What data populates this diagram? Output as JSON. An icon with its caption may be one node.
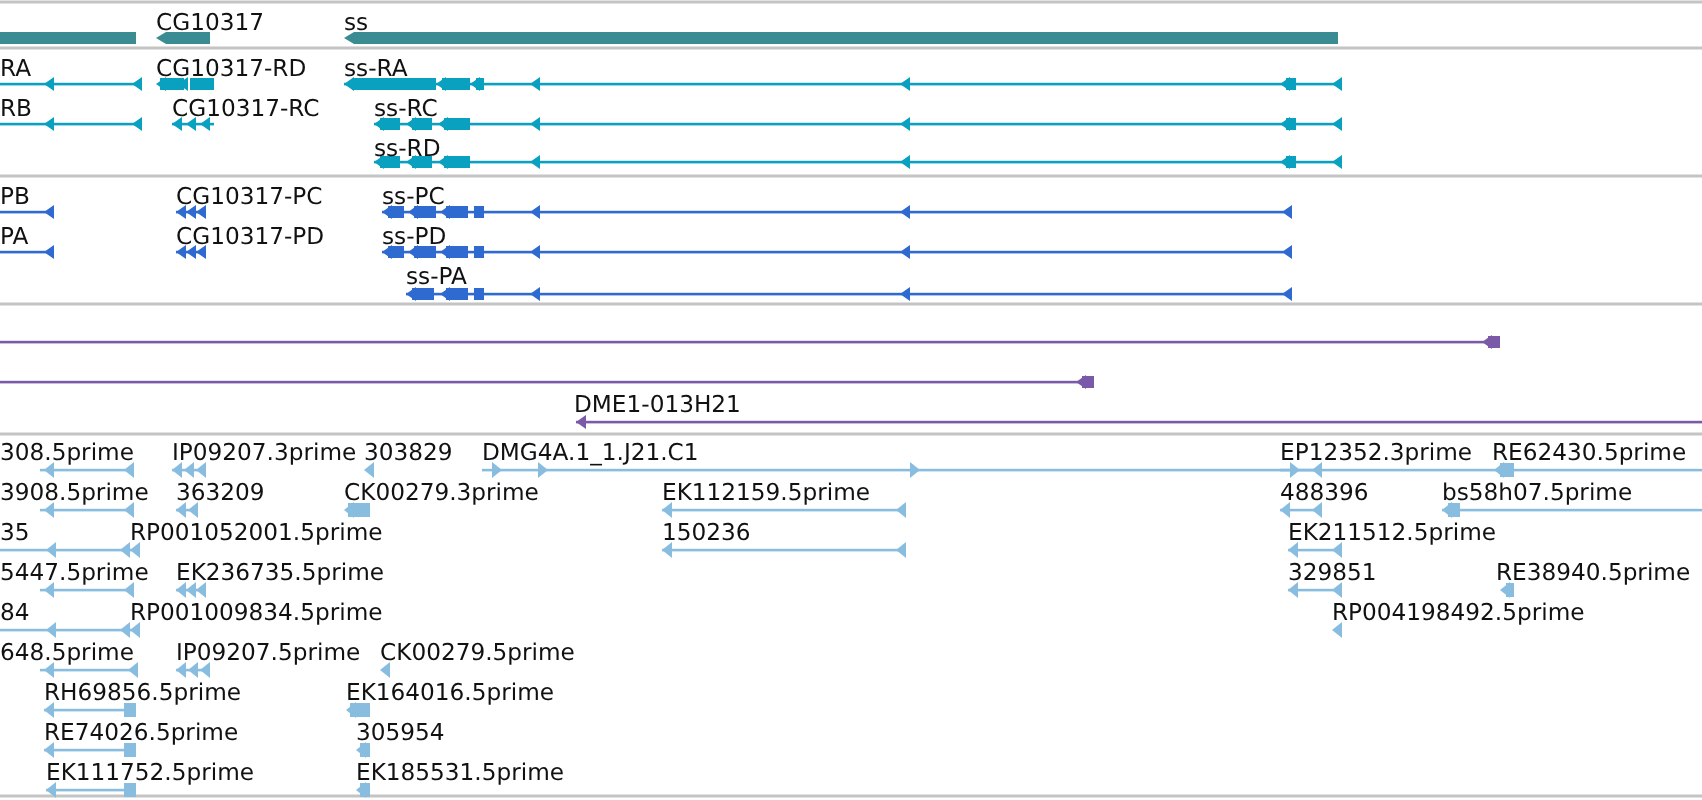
{
  "diagram": {
    "labels": [
      "CG10317",
      "ss",
      "RA",
      "CG10317-RD",
      "ss-RA",
      "RB",
      "CG10317-RC",
      "ss-RC",
      "ss-RD",
      "PB",
      "CG10317-PC",
      "ss-PC",
      "PA",
      "CG10317-PD",
      "ss-PD",
      "ss-PA",
      "DME1-013H21",
      "308.5prime",
      "IP09207.3prime",
      "303829",
      "DMG4A.1_1.J21.C1",
      "EP12352.3prime",
      "RE62430.5prime",
      "3908.5prime",
      "363209",
      "CK00279.3prime",
      "EK112159.5prime",
      "488396",
      "bs58h07.5prime",
      "35",
      "RP001052001.5prime",
      "150236",
      "EK211512.5prime",
      "5447.5prime",
      "EK236735.5prime",
      "329851",
      "RE38940.5prime",
      "84",
      "RP001009834.5prime",
      "RP004198492.5prime",
      "648.5prime",
      "IP09207.5prime",
      "CK00279.5prime",
      "RH69856.5prime",
      "EK164016.5prime",
      "RE74026.5prime",
      "305954",
      "EK111752.5prime",
      "EK185531.5prime"
    ]
  }
}
